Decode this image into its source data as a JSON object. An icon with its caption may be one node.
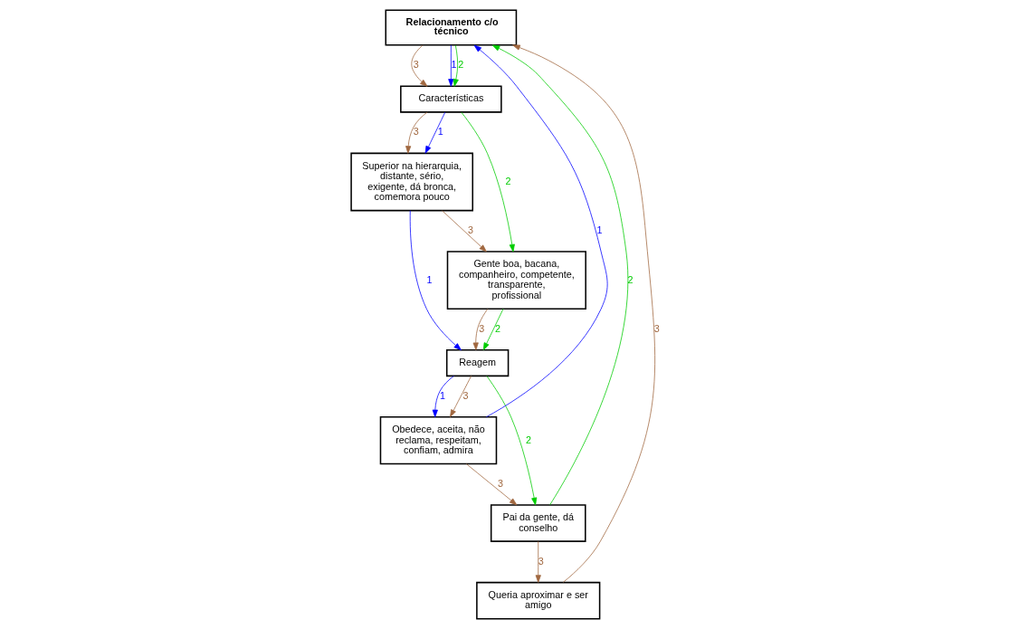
{
  "diagram": {
    "nodes": [
      {
        "text": [
          "Relacionamento c/o técnico"
        ]
      },
      {
        "text": [
          "Características"
        ]
      },
      {
        "text": [
          "Superior na hierarquia, distante, sério, exigente, dá bronca, comemora pouco"
        ]
      },
      {
        "text": [
          "Gente boa, bacana, companheiro, competente, transparente, profissional"
        ]
      },
      {
        "text": [
          "Reagem"
        ]
      },
      {
        "text": [
          "Obedece, aceita, não reclama, respeitam, confiam, admira"
        ]
      },
      {
        "text": [
          "Pai da gente, dá conselho"
        ]
      },
      {
        "text": [
          "Queria aproximar e ser amigo"
        ]
      }
    ],
    "edges": [
      {
        "from": 0,
        "to": 1,
        "arrow": "to",
        "label": "3"
      },
      {
        "from": 0,
        "to": 1,
        "arrow": "to",
        "label": "1",
        "color": "#0000ff"
      },
      {
        "from": 0,
        "to": 1,
        "arrow": "to",
        "label": "2",
        "color": "#00cc00"
      },
      {
        "from": 1,
        "to": 2,
        "arrow": "to",
        "label": "3"
      },
      {
        "from": 1,
        "to": 2,
        "arrow": "to",
        "label": "1",
        "color": "#0000ff"
      },
      {
        "from": 1,
        "to": 3,
        "arrow": "to",
        "label": "2",
        "color": "#00cc00"
      },
      {
        "from": 2,
        "to": 4,
        "arrow": "to",
        "label": "1",
        "color": "#0000ff"
      },
      {
        "from": 2,
        "to": 3,
        "arrow": "to",
        "label": "3"
      },
      {
        "from": 3,
        "to": 4,
        "arrow": "to",
        "label": "3"
      },
      {
        "from": 3,
        "to": 4,
        "arrow": "to",
        "label": "2",
        "color": "#00cc00"
      },
      {
        "from": 4,
        "to": 5,
        "arrow": "to",
        "label": "1",
        "color": "#0000ff"
      },
      {
        "from": 4,
        "to": 5,
        "arrow": "to",
        "label": "3"
      },
      {
        "from": 4,
        "to": 6,
        "arrow": "to",
        "label": "2",
        "color": "#00cc00"
      },
      {
        "from": 5,
        "to": 0,
        "arrow": "to",
        "label": "1",
        "color": "#0000ff"
      },
      {
        "from": 5,
        "to": 6,
        "arrow": "to",
        "label": "3"
      },
      {
        "from": 6,
        "to": 0,
        "arrow": "to",
        "label": "2",
        "color": "#00cc00"
      },
      {
        "from": 6,
        "to": 7,
        "arrow": "to",
        "label": "3"
      },
      {
        "from": 7,
        "to": 0,
        "arrow": "to",
        "label": "3"
      }
    ]
  }
}
